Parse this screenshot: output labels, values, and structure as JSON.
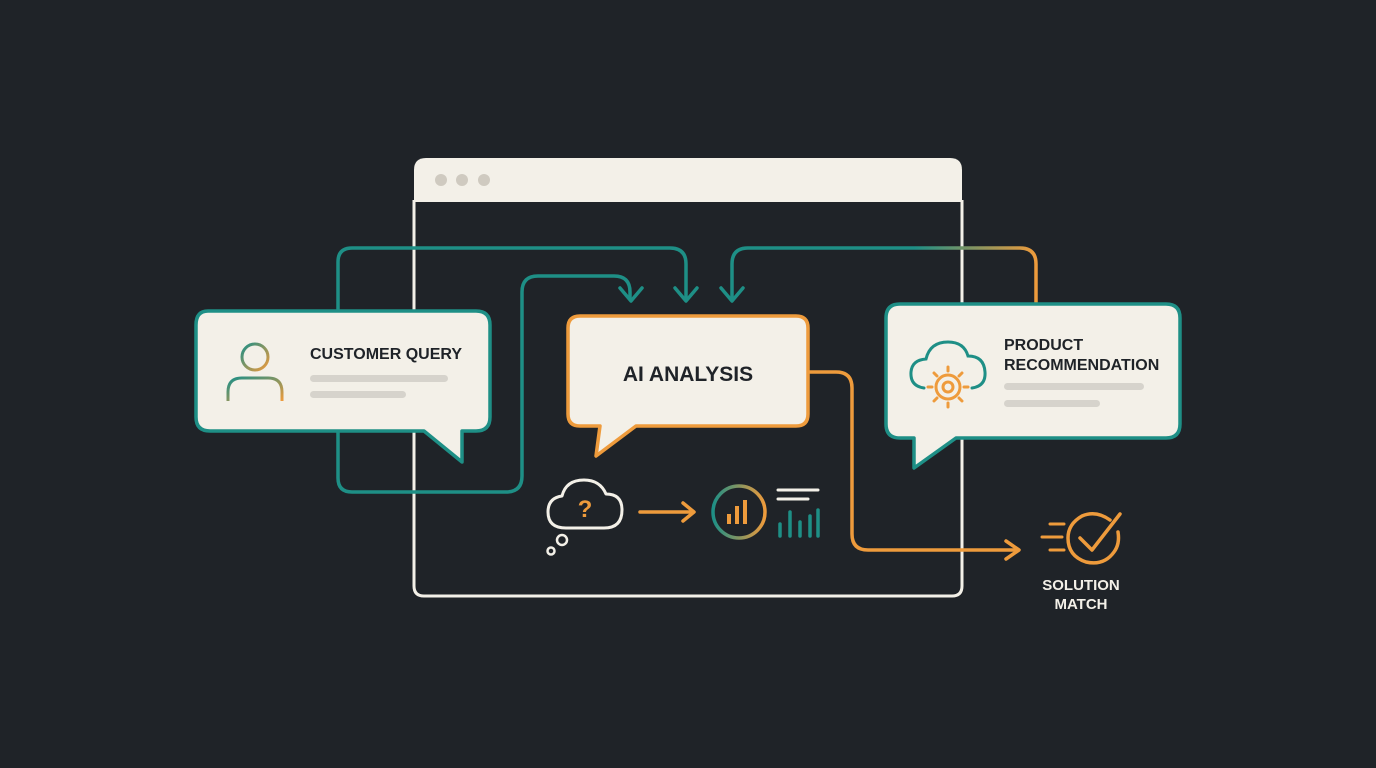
{
  "nodes": {
    "customer_query": {
      "label": "CUSTOMER QUERY"
    },
    "ai_analysis": {
      "label": "AI ANALYSIS"
    },
    "product_recommendation": {
      "label_line1": "PRODUCT",
      "label_line2": "RECOMMENDATION"
    },
    "solution_match": {
      "label_line1": "SOLUTION",
      "label_line2": "MATCH"
    }
  },
  "process_icons": {
    "question_mark": "?"
  },
  "colors": {
    "background": "#1f2328",
    "window": "#f3f0e8",
    "teal": "#1e8f86",
    "orange": "#ee9b3c",
    "text": "#1f2328",
    "placeholder": "#d6d3cc"
  }
}
